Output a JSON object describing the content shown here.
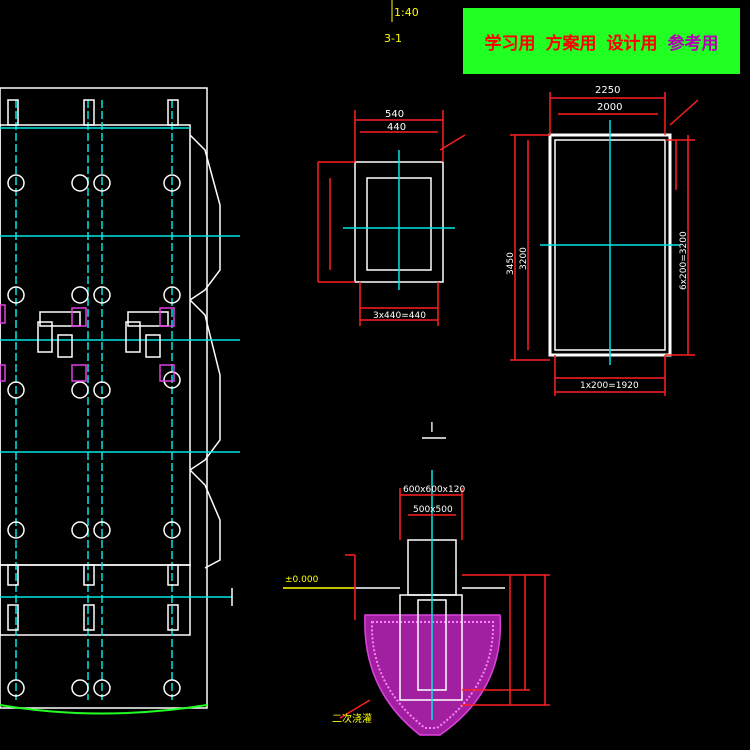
{
  "banner": {
    "tags": [
      {
        "text": "学习用",
        "color": "#ff0000"
      },
      {
        "text": "方案用",
        "color": "#ff0000"
      },
      {
        "text": "设计用",
        "color": "#ff0000"
      },
      {
        "text": "参考用",
        "color": "#b400b4"
      }
    ]
  },
  "labels": {
    "top_small": "1:40",
    "top_small2": "3-1",
    "section_mark": "I",
    "dim_540": "540",
    "dim_440": "440",
    "dim_3x440": "3x440=440",
    "dim_2250": "2250",
    "dim_2000": "2000",
    "dim_bottom_right": "1x200=1920",
    "dim_3450": "3450",
    "dim_3200": "3200",
    "dim_6x200": "6x200=3200",
    "detail_top1": "600x600x120",
    "detail_top2": "500x500",
    "detail_note": "二次浇灌",
    "detail_elev": "±0.000"
  },
  "colors": {
    "line_cyan": "#00e5e5",
    "line_white": "#ffffff",
    "dim_red": "#ff2020",
    "fill_magenta": "#e040e0",
    "rail_green": "#22ff22",
    "ground_yellow": "#ffff00"
  }
}
